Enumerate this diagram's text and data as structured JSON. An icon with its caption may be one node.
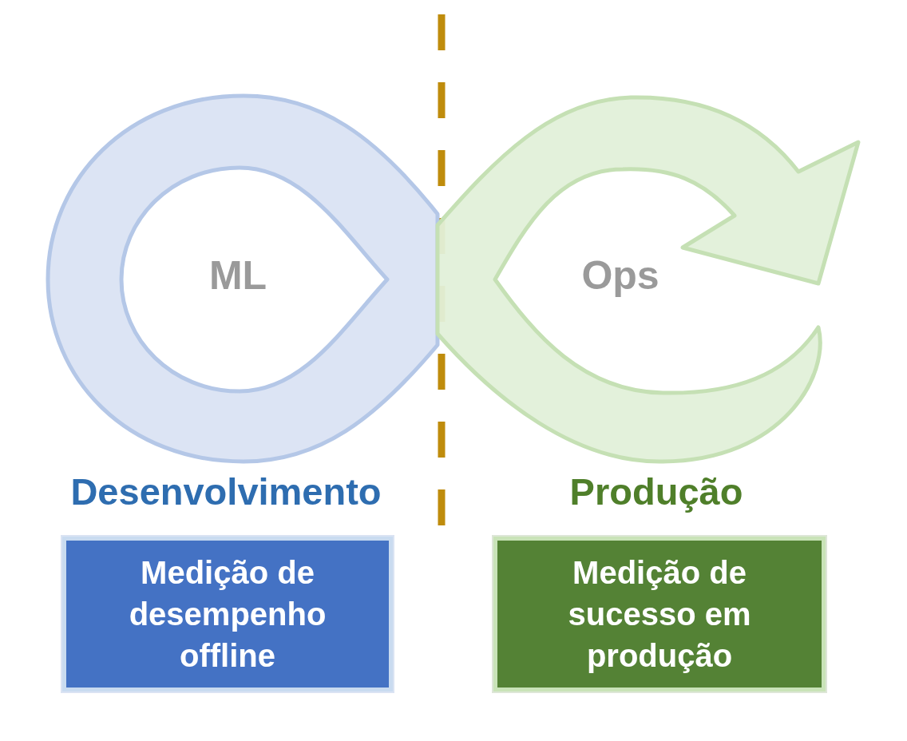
{
  "diagram": {
    "nodes": [
      {
        "text": [
          "ML"
        ]
      },
      {
        "text": [
          "Ops"
        ]
      },
      {
        "text": [
          "Medição de desempenho offline"
        ]
      },
      {
        "text": [
          "Medição de sucesso em produção"
        ]
      }
    ],
    "labels": [
      "Desenvolvimento",
      "Produção"
    ]
  }
}
